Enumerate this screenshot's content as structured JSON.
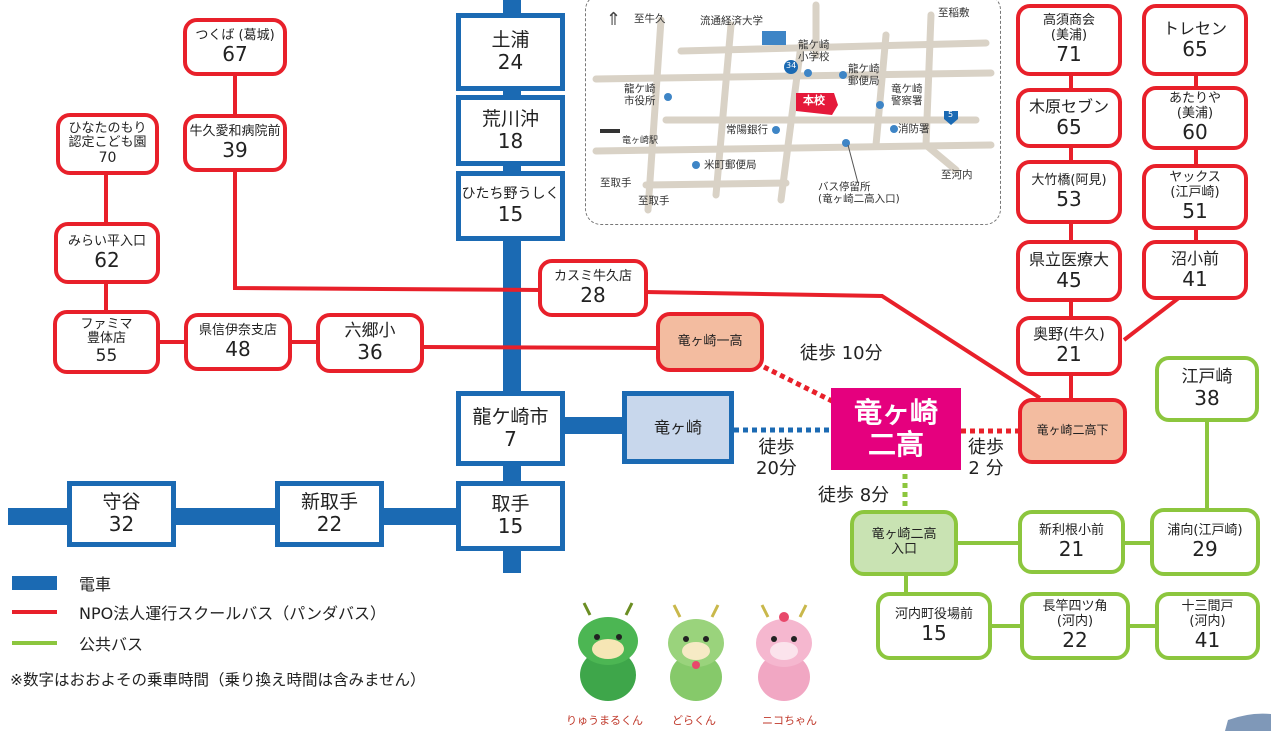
{
  "hub": {
    "line1": "竜ヶ崎",
    "line2": "二高"
  },
  "rail": [
    {
      "key": "tsuchiura",
      "name": "土浦",
      "time": "24"
    },
    {
      "key": "arakawaoki",
      "name": "荒川沖",
      "time": "18"
    },
    {
      "key": "hitachino",
      "name": "ひたち野うしく",
      "time": "15"
    },
    {
      "key": "ryugasakishi",
      "name": "龍ケ崎市",
      "time": "7"
    },
    {
      "key": "toride",
      "name": "取手",
      "time": "15"
    },
    {
      "key": "shintoride",
      "name": "新取手",
      "time": "22"
    },
    {
      "key": "moriya",
      "name": "守谷",
      "time": "32"
    },
    {
      "key": "ryugasaki",
      "name": "竜ヶ崎",
      "time": ""
    }
  ],
  "school_bus": [
    {
      "key": "tsukuba",
      "name": "つくば (葛城)",
      "time": "67"
    },
    {
      "key": "aiwa",
      "name": "牛久愛和病院前",
      "time": "39"
    },
    {
      "key": "hinata",
      "name": "ひなたのもり\n認定こども園",
      "time": "70"
    },
    {
      "key": "mirai",
      "name": "みらい平入口",
      "time": "62"
    },
    {
      "key": "famima",
      "name": "ファミマ\n豊体店",
      "time": "55"
    },
    {
      "key": "kenshin",
      "name": "県信伊奈支店",
      "time": "48"
    },
    {
      "key": "rokugo",
      "name": "六郷小",
      "time": "36"
    },
    {
      "key": "kasumi",
      "name": "カスミ牛久店",
      "time": "28"
    },
    {
      "key": "ichiko",
      "name": "竜ヶ崎一高",
      "time": ""
    },
    {
      "key": "takasu",
      "name": "高須商会\n(美浦)",
      "time": "71"
    },
    {
      "key": "kihara",
      "name": "木原セブン",
      "time": "65"
    },
    {
      "key": "otakebashi",
      "name": "大竹橋(阿見)",
      "time": "53"
    },
    {
      "key": "kenritsu",
      "name": "県立医療大",
      "time": "45"
    },
    {
      "key": "okuno",
      "name": "奥野(牛久)",
      "time": "21"
    },
    {
      "key": "toresen",
      "name": "トレセン",
      "time": "65"
    },
    {
      "key": "atariya",
      "name": "あたりや\n(美浦)",
      "time": "60"
    },
    {
      "key": "yakkusu",
      "name": "ヤックス\n(江戸崎)",
      "time": "51"
    },
    {
      "key": "numasho",
      "name": "沼小前",
      "time": "41"
    },
    {
      "key": "nikoshita",
      "name": "竜ヶ崎二高下",
      "time": ""
    }
  ],
  "public_bus": [
    {
      "key": "edosaki",
      "name": "江戸崎",
      "time": "38"
    },
    {
      "key": "urago",
      "name": "浦向(江戸崎)",
      "time": "29"
    },
    {
      "key": "shintone",
      "name": "新利根小前",
      "time": "21"
    },
    {
      "key": "nikoiriguchi",
      "name": "竜ヶ崎二高\n入口",
      "time": ""
    },
    {
      "key": "kawachi",
      "name": "河内町役場前",
      "time": "15"
    },
    {
      "key": "nagazao",
      "name": "長竿四ツ角\n(河内)",
      "time": "22"
    },
    {
      "key": "jusanmado",
      "name": "十三間戸\n(河内)",
      "time": "41"
    }
  ],
  "walks": {
    "ichiko": "徒歩 10分",
    "ryugasaki_a": "徒歩",
    "ryugasaki_b": "20分",
    "shita_a": "徒歩",
    "shita_b": "2 分",
    "iriguchi": "徒歩 8分"
  },
  "legend": {
    "train": "電車",
    "school_bus": "NPO法人運行スクールバス（パンダバス）",
    "public_bus": "公共バス",
    "note": "※数字はおおよその乗車時間（乗り換え時間は含みません）"
  },
  "colors": {
    "train": "#1b6ab3",
    "school_bus": "#e8202a",
    "public_bus": "#8cc63e",
    "hub": "#e5007e",
    "peach": "#f3bca0"
  },
  "map": {
    "labels": {
      "ushiku": "至牛久",
      "univ": "流通経済大学",
      "inashiki": "至稲敷",
      "elementary": "龍ケ崎\n小学校",
      "post": "龍ケ崎\n郵便局",
      "city_office": "龍ケ崎\n市役所",
      "school": "本校",
      "police": "竜ケ崎\n警察署",
      "bank": "常陽銀行",
      "fire": "消防署",
      "station": "竜ヶ崎駅",
      "yonemachi": "米町郵便局",
      "toride1": "至取手",
      "toride2": "至取手",
      "kawachi": "至河内",
      "busstop": "バス停留所\n(竜ヶ崎二高入口)",
      "route34": "34",
      "route5": "5"
    }
  },
  "mascots": [
    "りゅうまるくん",
    "どらくん",
    "ニコちゃん"
  ]
}
